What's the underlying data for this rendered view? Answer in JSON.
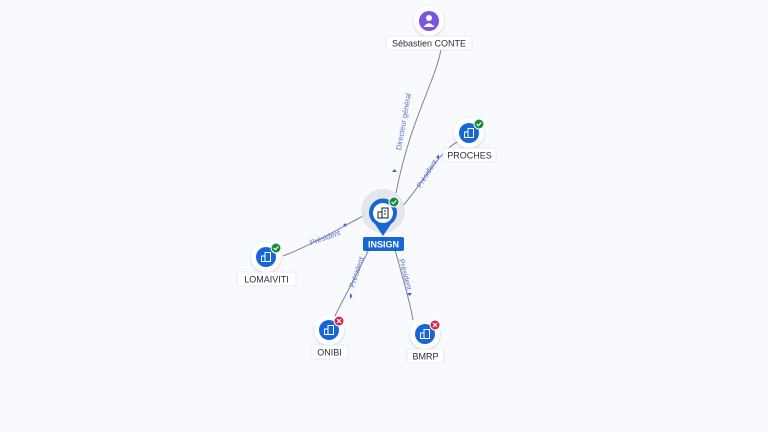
{
  "colors": {
    "background": "#f8fafd",
    "company_node": "#1766d6",
    "person_node": "#7b55e0",
    "status_active": "#1a8a3c",
    "status_closed": "#d7264b",
    "edge_label": "#5b6fd6"
  },
  "center": {
    "label": "INSIGN",
    "icon": "building-icon",
    "status": "active"
  },
  "nodes": [
    {
      "key": "person",
      "label": "Sébastien CONTE",
      "icon": "person-icon",
      "status": "none",
      "relation": "Directeur général"
    },
    {
      "key": "proches",
      "label": "PROCHES",
      "icon": "building-icon",
      "status": "active",
      "relation": "Président"
    },
    {
      "key": "lomaiviti",
      "label": "LOMAIVITI",
      "icon": "building-icon",
      "status": "active",
      "relation": "Président"
    },
    {
      "key": "onibi",
      "label": "ONIBI",
      "icon": "building-icon",
      "status": "closed",
      "relation": "Président"
    },
    {
      "key": "bmrp",
      "label": "BMRP",
      "icon": "building-icon",
      "status": "closed",
      "relation": "Président"
    }
  ]
}
